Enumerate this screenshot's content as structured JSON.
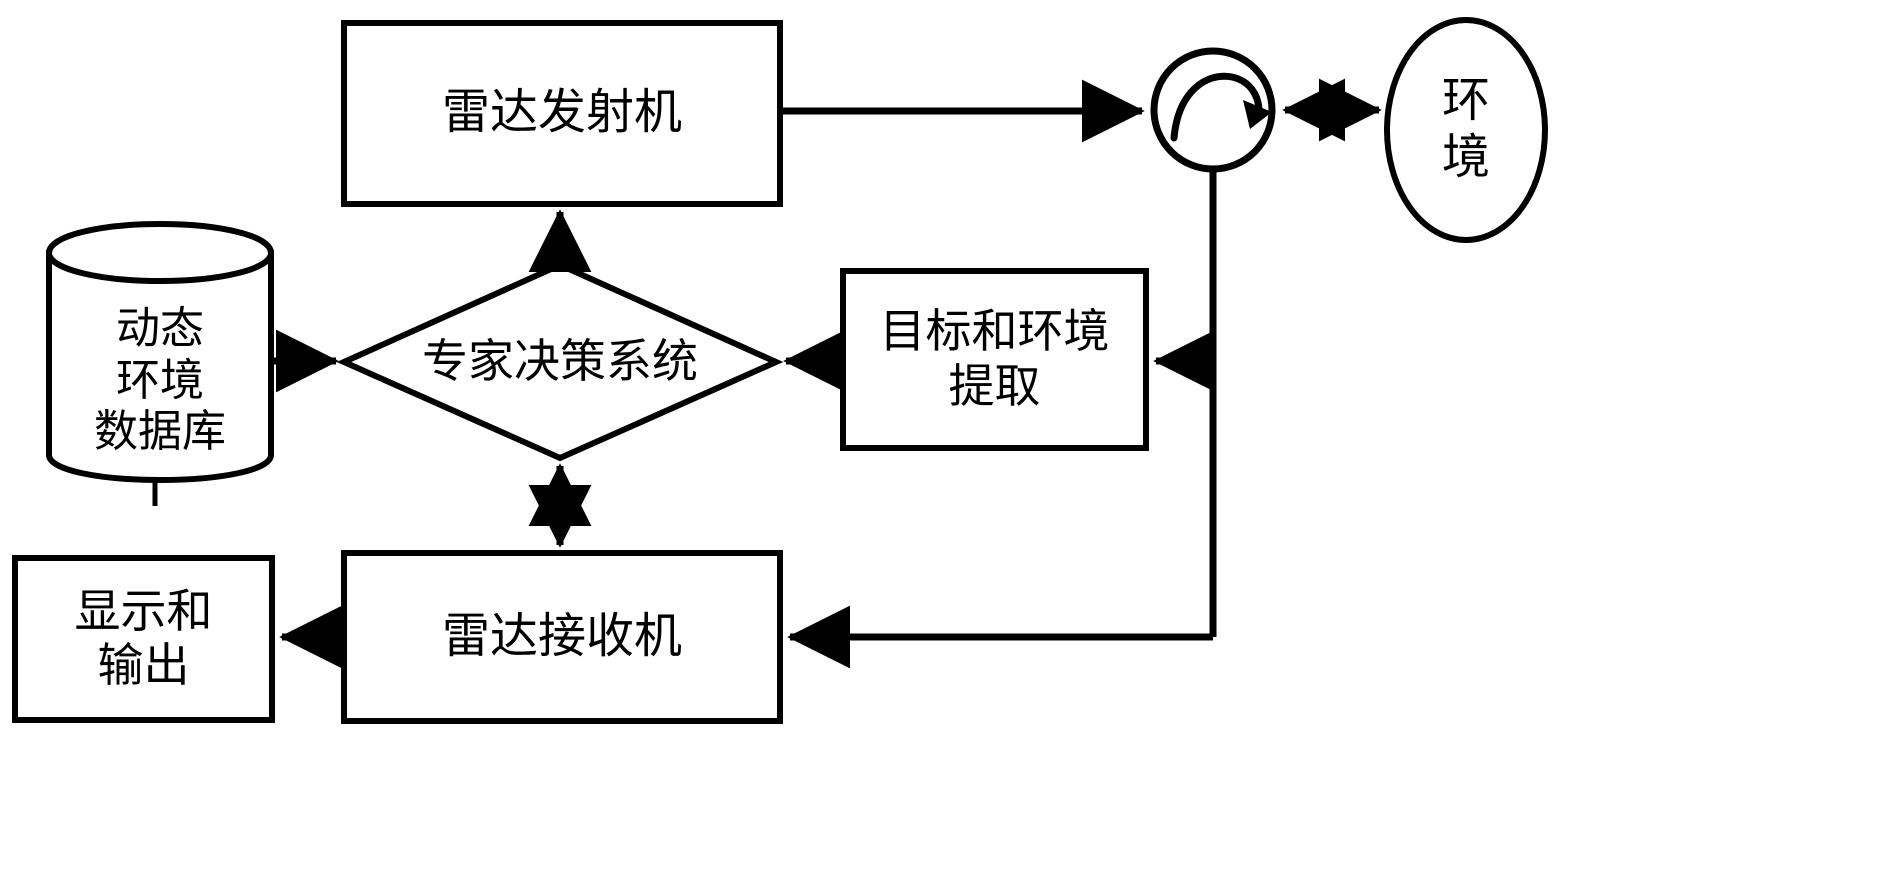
{
  "diagram": {
    "title": "雷达专家系统框图",
    "type": "block-diagram",
    "stroke_color": "#000000",
    "fill_color": "#ffffff",
    "background": "#ffffff",
    "nodes": [
      {
        "id": "radar-transmitter",
        "shape": "rectangle",
        "label": "雷达发射机",
        "lines": [
          "雷达发射机"
        ]
      },
      {
        "id": "circulator",
        "shape": "circle-with-curved-arrow",
        "label": "",
        "lines": []
      },
      {
        "id": "environment",
        "shape": "ellipse",
        "label": "环境",
        "lines": [
          "环",
          "境"
        ]
      },
      {
        "id": "dynamic-environment-database",
        "shape": "cylinder",
        "label": "动态环境数据库",
        "lines": [
          "动态",
          "环境",
          "数据库"
        ]
      },
      {
        "id": "expert-decision-system",
        "shape": "diamond",
        "label": "专家决策系统",
        "lines": [
          "专家决策系统"
        ]
      },
      {
        "id": "target-environment-extraction",
        "shape": "rectangle",
        "label": "目标和环境提取",
        "lines": [
          "目标和环境",
          "提取"
        ]
      },
      {
        "id": "display-and-output",
        "shape": "rectangle",
        "label": "显示和输出",
        "lines": [
          "显示和",
          "输出"
        ]
      },
      {
        "id": "radar-receiver",
        "shape": "rectangle",
        "label": "雷达接收机",
        "lines": [
          "雷达接收机"
        ]
      }
    ],
    "edges": [
      {
        "id": "transmitter-to-circulator",
        "from": "radar-transmitter",
        "to": "circulator",
        "arrow": "single"
      },
      {
        "id": "circulator-to-environment",
        "from": "circulator",
        "to": "environment",
        "arrow": "double"
      },
      {
        "id": "database-to-decision",
        "from": "dynamic-environment-database",
        "to": "expert-decision-system",
        "arrow": "single"
      },
      {
        "id": "decision-to-transmitter",
        "from": "expert-decision-system",
        "to": "radar-transmitter",
        "arrow": "single"
      },
      {
        "id": "extraction-to-decision",
        "from": "target-environment-extraction",
        "to": "expert-decision-system",
        "arrow": "single"
      },
      {
        "id": "circulator-to-extraction",
        "from": "circulator",
        "to": "target-environment-extraction",
        "arrow": "single"
      },
      {
        "id": "circulator-to-receiver",
        "from": "circulator",
        "to": "radar-receiver",
        "arrow": "single"
      },
      {
        "id": "decision-to-receiver",
        "from": "expert-decision-system",
        "to": "radar-receiver",
        "arrow": "double"
      },
      {
        "id": "receiver-to-display",
        "from": "radar-receiver",
        "to": "display-and-output",
        "arrow": "single"
      }
    ]
  }
}
